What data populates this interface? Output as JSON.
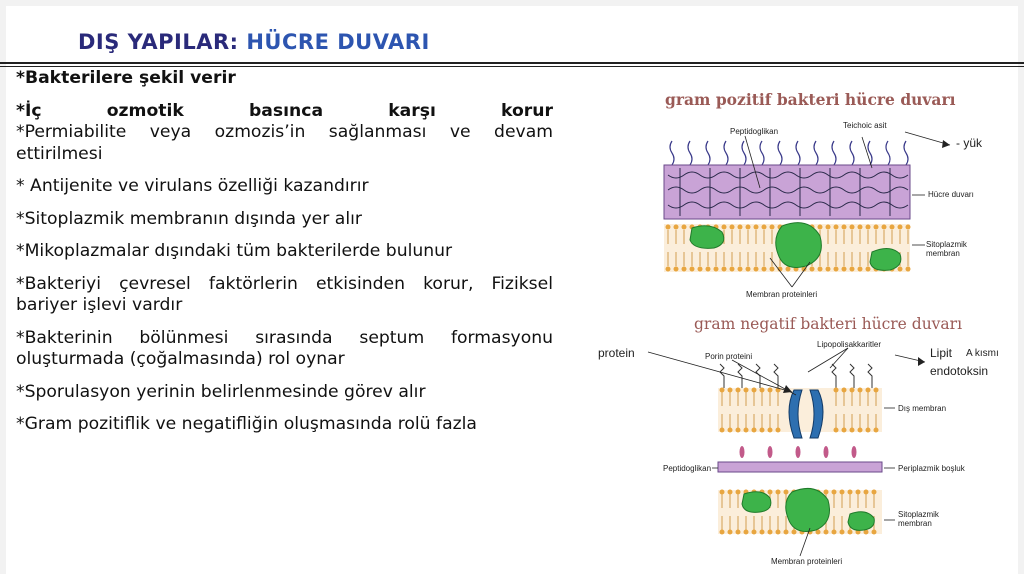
{
  "title": {
    "part1": "DIŞ YAPILAR:",
    "part2": "HÜCRE DUVARI"
  },
  "bullets": [
    "*Bakterilere şekil verir",
    "*İç ozmotik basınca karşı korur",
    "*Permiabilite veya ozmozis’in sağlanması ve devam ettirilmesi",
    "* Antijenite ve virulans özelliği kazandırır",
    "*Sitoplazmik membranın dışında yer alır",
    "*Mikoplazmalar dışındaki tüm bakterilerde bulunur",
    "*Bakteriyi çevresel faktörlerin etkisinden korur, Fiziksel bariyer işlevi vardır",
    "*Bakterinin bölünmesi sırasında septum formasyonu oluşturmada (çoğalmasında) rol oynar",
    "*Sporulasyon yerinin belirlenmesinde görev alır",
    "*Gram pozitiflik ve negatifliğin oluşmasında rolü fazla"
  ],
  "diagram": {
    "gram_positive": {
      "heading": "gram pozitif bakteri hücre duvarı",
      "labels": {
        "peptidoglycan": "Peptidoglikan",
        "teichoic": "Teichoic asit",
        "charge": "- yük",
        "cell_wall": "Hücre duvarı",
        "cyto_membrane": "Sitoplazmik membran",
        "membrane_proteins": "Membran proteinleri"
      }
    },
    "gram_negative": {
      "heading": "gram negatif bakteri hücre duvarı",
      "labels": {
        "protein": "protein",
        "porin": "Porin proteini",
        "lps": "Lipopolisakkaritler",
        "lipid": "Lipit",
        "lipid_a": "A kısmı",
        "endotoxin": "endotoksin",
        "outer_membrane": "Dış membran",
        "peptidoglycan": "Peptidoglikan",
        "periplasm": "Periplazmik boşluk",
        "cyto_membrane": "Sitoplazmik membran",
        "membrane_proteins": "Membran proteinleri"
      }
    },
    "colors": {
      "wall": "#c9a3d6",
      "protein": "#3db34a",
      "porin": "#2d6fb0",
      "heading": "#9a5a56",
      "bilayer_head": "#e8a640"
    }
  }
}
